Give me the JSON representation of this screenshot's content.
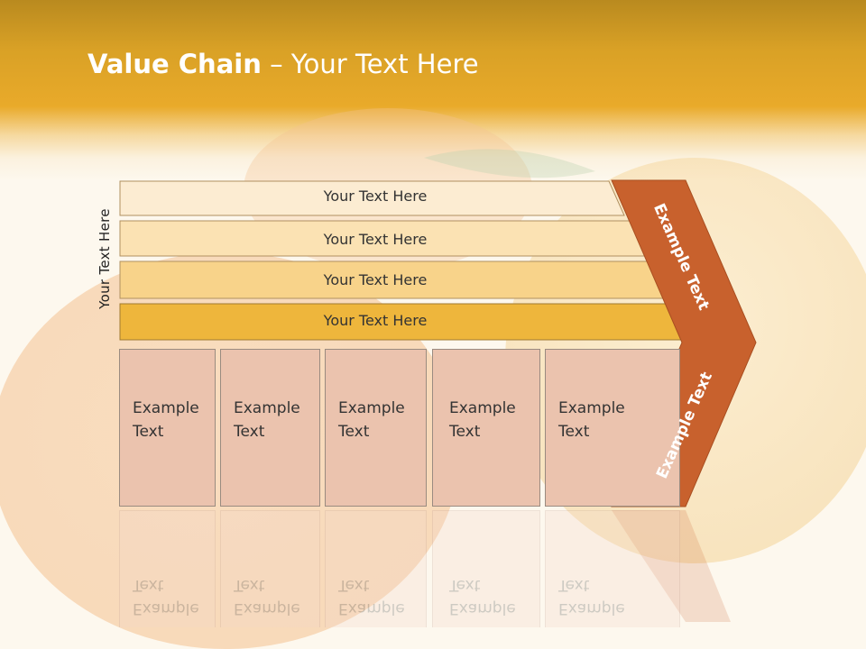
{
  "slide": {
    "title_bold": "Value Chain",
    "title_rest": " – Your Text Here",
    "side_label": "Your Text Here"
  },
  "bars": [
    "Your Text Here",
    "Your Text Here",
    "Your Text Here",
    "Your Text Here"
  ],
  "boxes": [
    {
      "line1": "Example",
      "line2": "Text"
    },
    {
      "line1": "Example",
      "line2": "Text"
    },
    {
      "line1": "Example",
      "line2": "Text"
    },
    {
      "line1": "Example",
      "line2": "Text"
    },
    {
      "line1": "Example",
      "line2": "Text"
    }
  ],
  "chevron": {
    "upper_text": "Example Text",
    "lower_text": "Example Text"
  },
  "colors": {
    "header": "#e9aa2a",
    "bar1": "#fcecd2",
    "bar2": "#fbe2b3",
    "bar3": "#f8d38a",
    "bar4": "#eeb63c",
    "box": "#ebc3ae",
    "chevron": "#c8612d"
  }
}
